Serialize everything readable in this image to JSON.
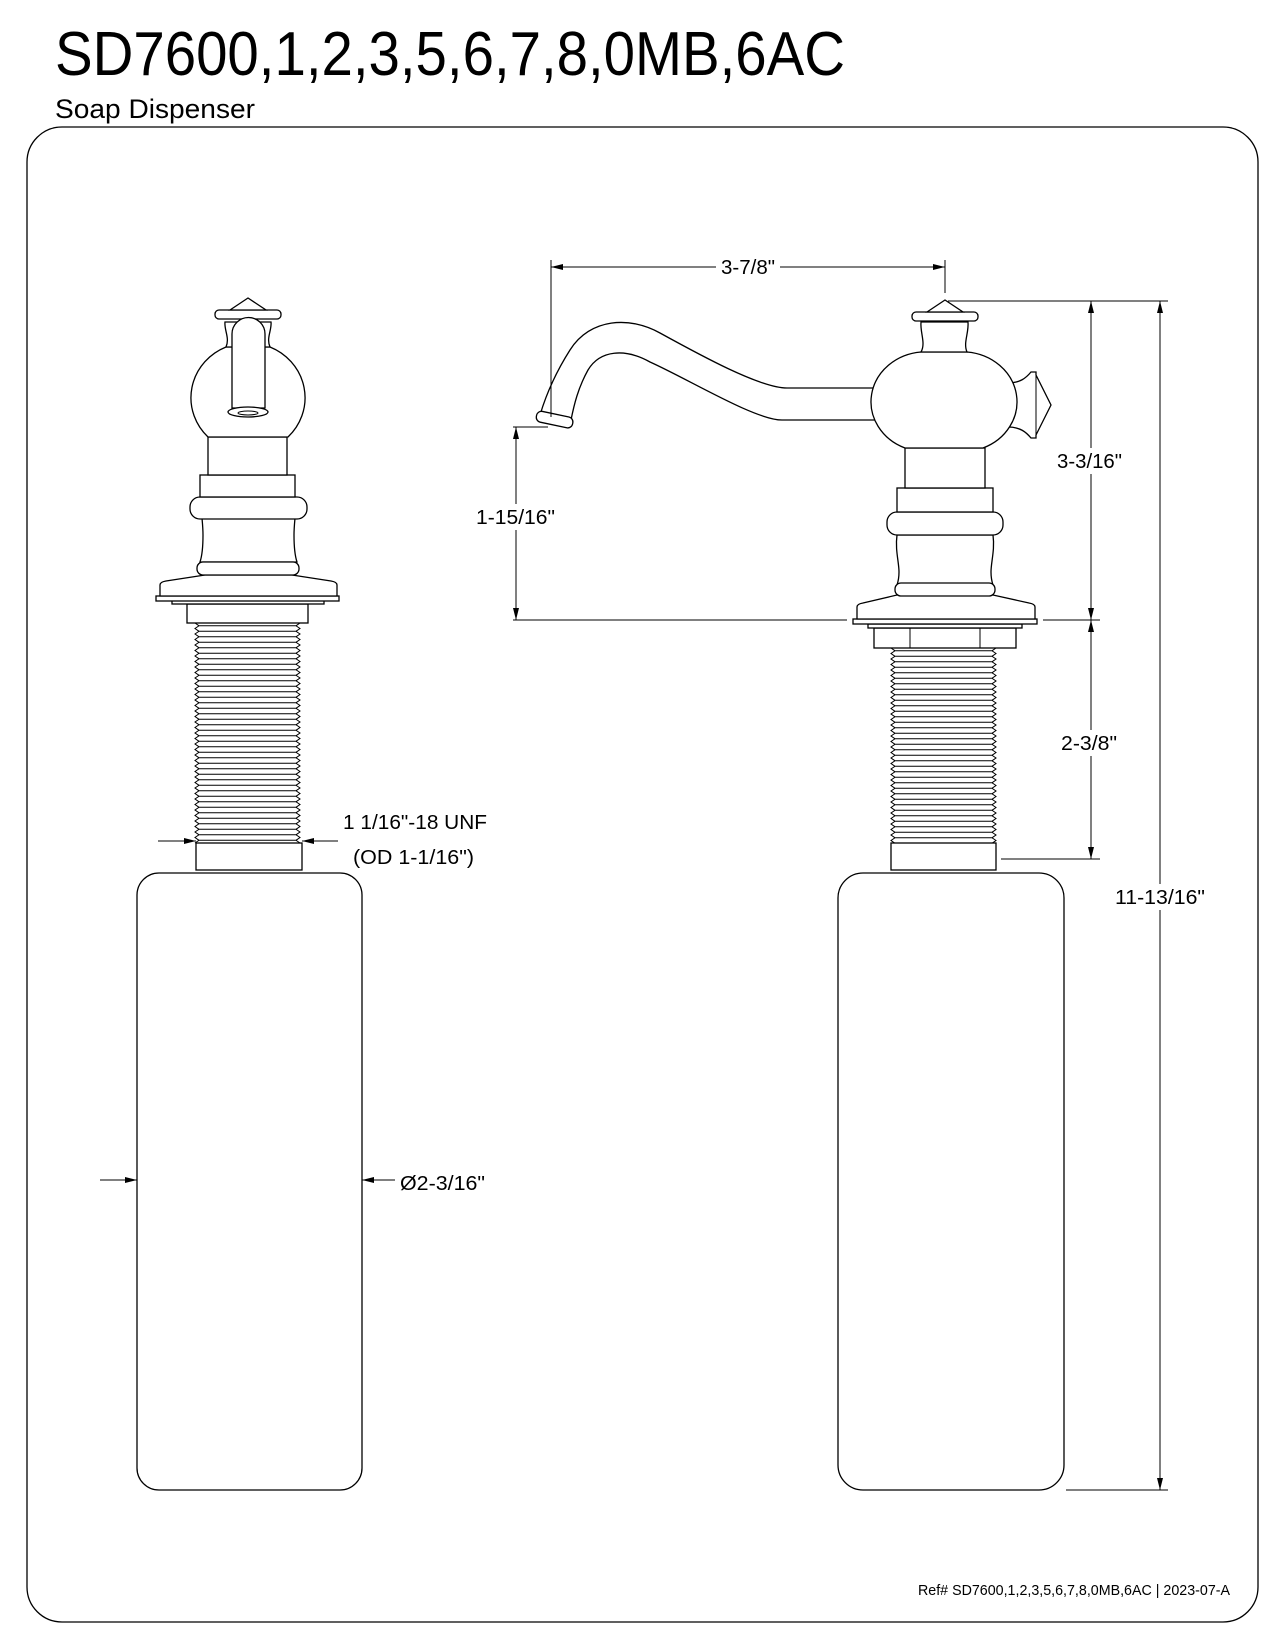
{
  "header": {
    "title": "SD7600,1,2,3,5,6,7,8,0MB,6AC",
    "subtitle": "Soap Dispenser"
  },
  "dimensions": {
    "spout_reach": "3-7/8\"",
    "top_height": "3-3/16\"",
    "spout_height": "1-15/16\"",
    "shank_length": "2-3/8\"",
    "overall_height": "11-13/16\"",
    "thread_spec": "1 1/16\"-18 UNF",
    "thread_od": "(OD 1-1/16\")",
    "bottle_diameter": "Ø2-3/16\""
  },
  "footer": {
    "reference": "Ref# SD7600,1,2,3,5,6,7,8,0MB,6AC | 2023-07-A"
  },
  "colors": {
    "line": "#000000",
    "background": "#ffffff"
  }
}
